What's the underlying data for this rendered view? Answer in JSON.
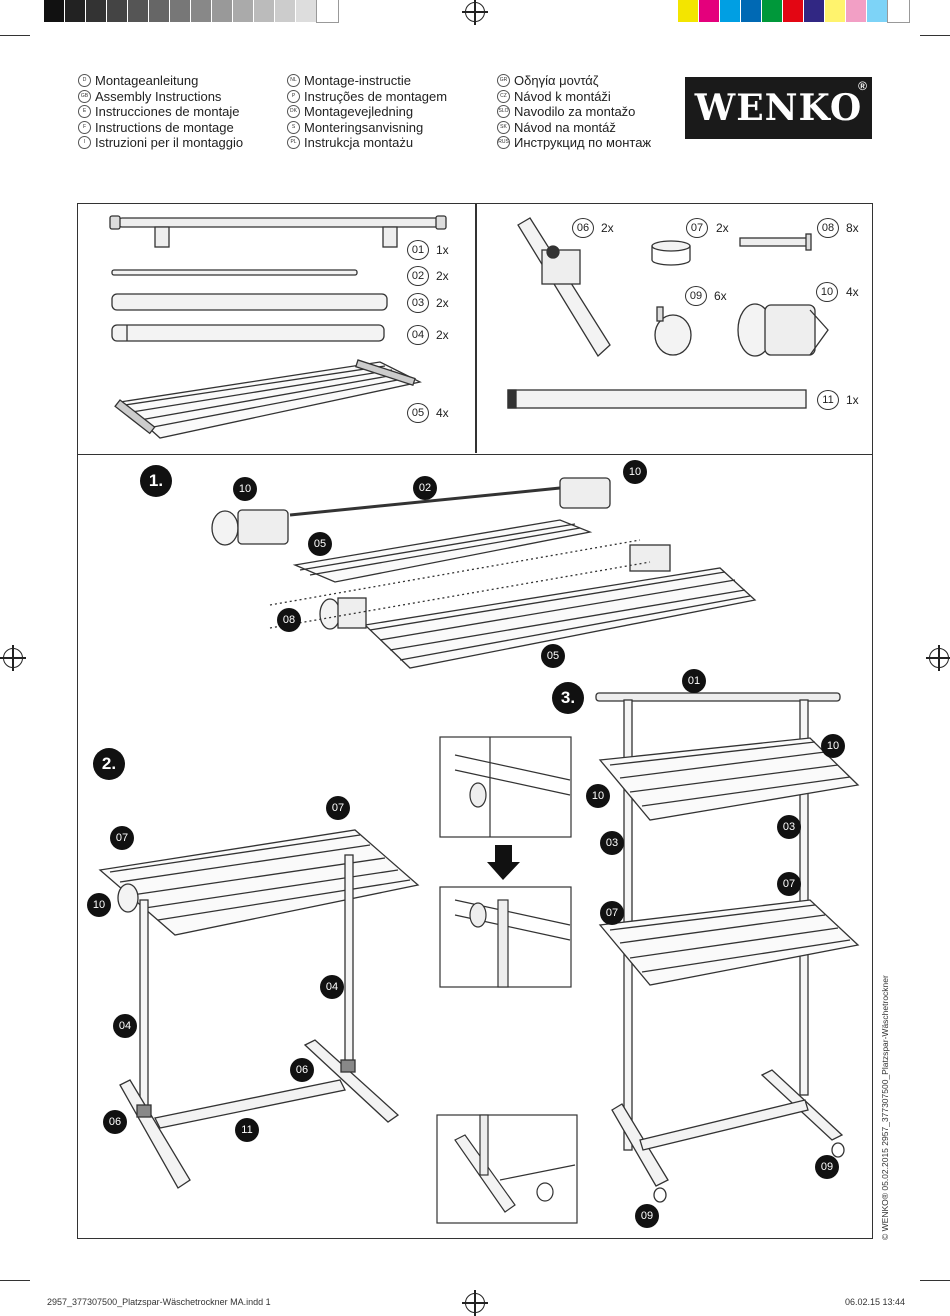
{
  "color_bar": {
    "greys": [
      "#111111",
      "#222222",
      "#333333",
      "#444444",
      "#555555",
      "#666666",
      "#777777",
      "#888888",
      "#999999",
      "#aaaaaa",
      "#bbbbbb",
      "#cccccc",
      "#dddddd",
      "#ffffff"
    ],
    "colors": [
      "#f3e500",
      "#e4007c",
      "#009fe3",
      "#0069b4",
      "#00983a",
      "#e30613",
      "#312783",
      "#fff36d",
      "#f29fc5",
      "#7dd3f7",
      "#ffffff"
    ]
  },
  "languages": {
    "col1": [
      {
        "code": "D",
        "text": "Montageanleitung"
      },
      {
        "code": "GB",
        "text": "Assembly Instructions"
      },
      {
        "code": "E",
        "text": "Instrucciones de montaje"
      },
      {
        "code": "F",
        "text": "Instructions de montage"
      },
      {
        "code": "I",
        "text": "Istruzioni per il montaggio"
      }
    ],
    "col2": [
      {
        "code": "NL",
        "text": "Montage-instructie"
      },
      {
        "code": "P",
        "text": "Instruções de montagem"
      },
      {
        "code": "DK",
        "text": "Montagevejledning"
      },
      {
        "code": "S",
        "text": "Monteringsanvisning"
      },
      {
        "code": "PL",
        "text": "Instrukcja montażu"
      }
    ],
    "col3": [
      {
        "code": "GR",
        "text": "Οδηγία μοντάζ"
      },
      {
        "code": "CZ",
        "text": "Návod k montáži"
      },
      {
        "code": "SLO",
        "text": "Navodilo za montažo"
      },
      {
        "code": "SK",
        "text": "Návod na montáž"
      },
      {
        "code": "RUS",
        "text": "Инструкцид по монтаж"
      }
    ]
  },
  "logo": {
    "text": "WENKO",
    "mark": "®"
  },
  "parts": [
    {
      "no": "01",
      "qty": "1x"
    },
    {
      "no": "02",
      "qty": "2x"
    },
    {
      "no": "03",
      "qty": "2x"
    },
    {
      "no": "04",
      "qty": "2x"
    },
    {
      "no": "05",
      "qty": "4x"
    },
    {
      "no": "06",
      "qty": "2x"
    },
    {
      "no": "07",
      "qty": "2x"
    },
    {
      "no": "08",
      "qty": "8x"
    },
    {
      "no": "09",
      "qty": "6x"
    },
    {
      "no": "10",
      "qty": "4x"
    },
    {
      "no": "11",
      "qty": "1x"
    }
  ],
  "steps": [
    "1.",
    "2.",
    "3."
  ],
  "callouts": {
    "s1": [
      "10",
      "02",
      "10",
      "05",
      "08",
      "05"
    ],
    "s2": [
      "07",
      "07",
      "10",
      "04",
      "04",
      "06",
      "06",
      "11"
    ],
    "s3": [
      "01",
      "10",
      "10",
      "03",
      "03",
      "07",
      "07",
      "09",
      "09"
    ]
  },
  "copyright": "© WENKO® 05.02.2015  2957_377307500_Platzspar-Wäschetrockner",
  "footer": {
    "file": "2957_377307500_Platzspar-Wäschetrockner MA.indd   1",
    "date": "06.02.15   13:44"
  }
}
